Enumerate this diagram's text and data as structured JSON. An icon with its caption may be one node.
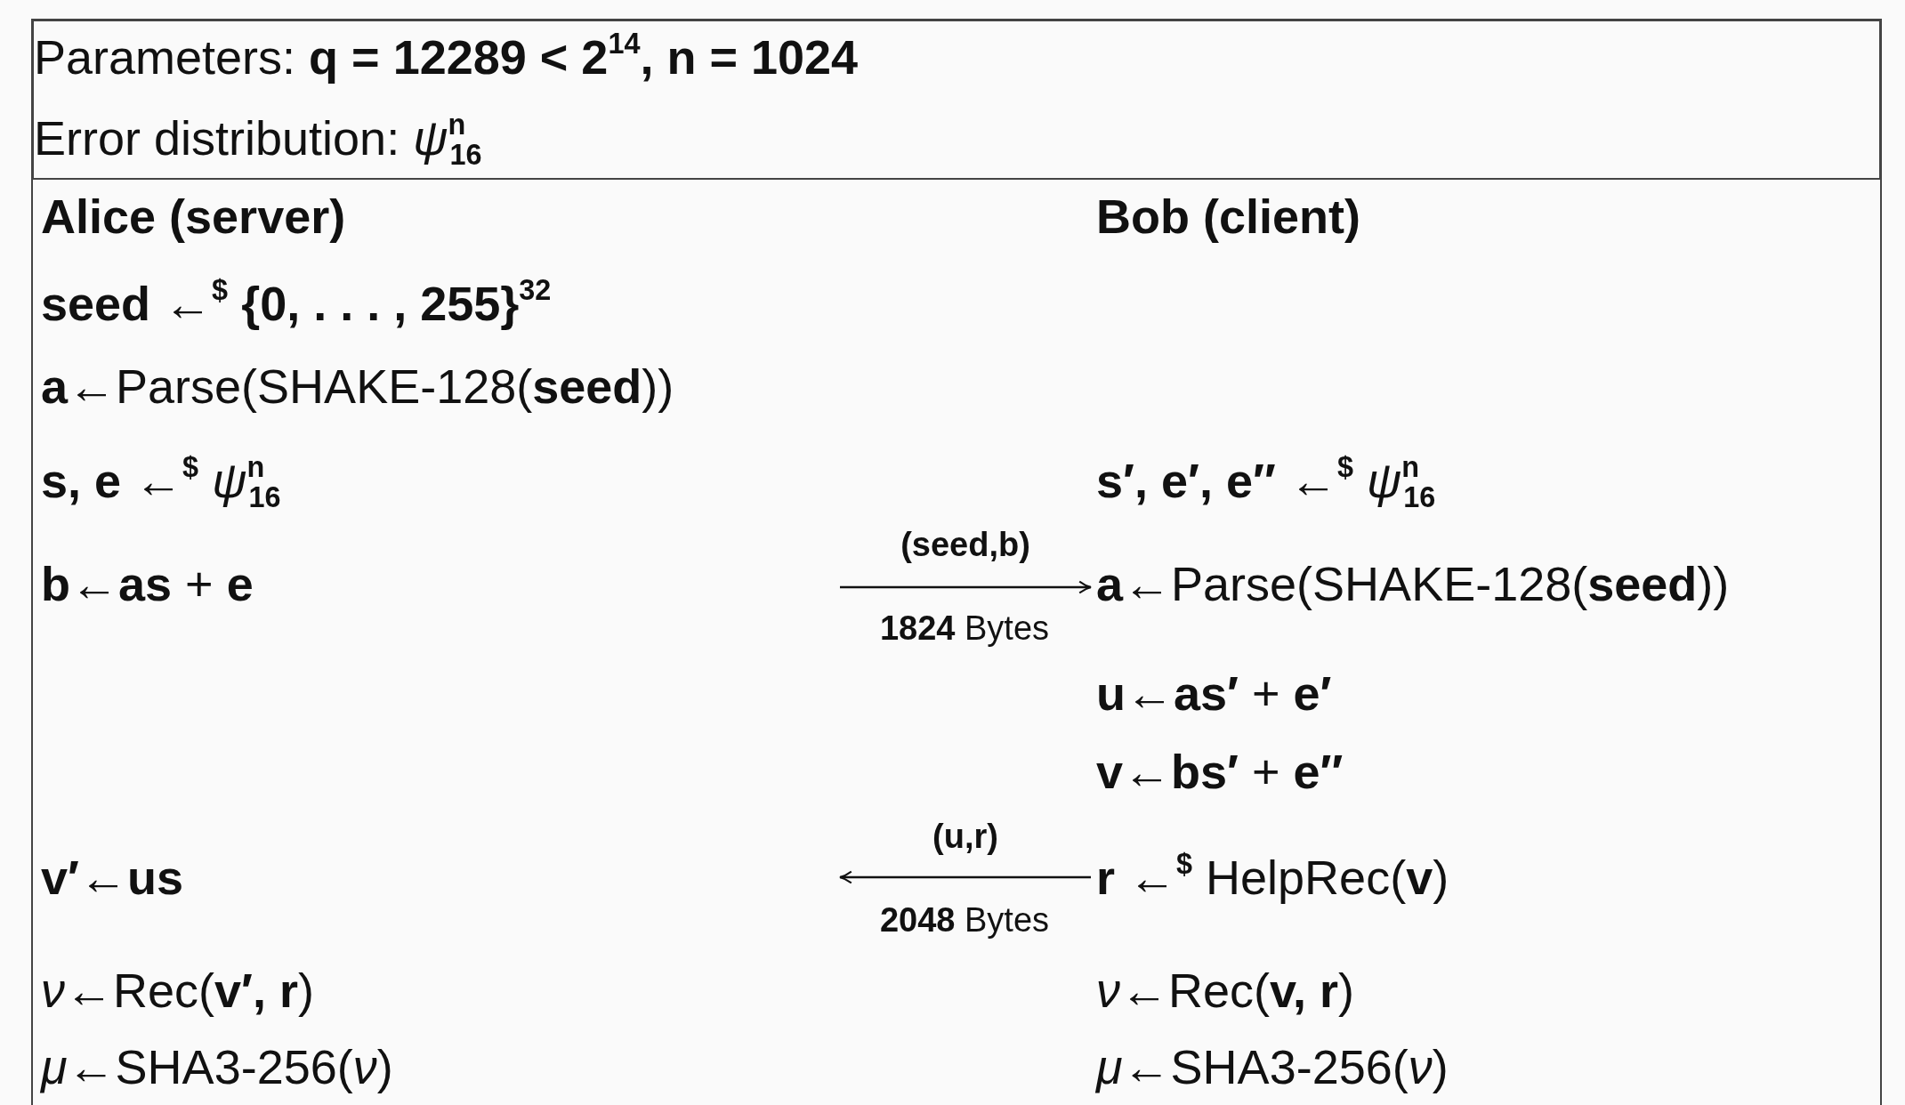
{
  "diagram": {
    "nodes": [
      {
        "text": [
          "Parameters: **q = 12289 < 2$^{14}$, n = 1024**",
          "Error distribution: *ψ*$^{n}$$_{16}$"
        ]
      },
      {
        "text": [
          "Alice (server)",
          "**seed** ←$^{$}$ **{0, . . . , 255}$^{32}$**",
          "**a**←Parse(SHAKE-128(**seed**))",
          "**s, e** ←$^{$}$ *ψ*$^{n}$$_{16}$",
          "**b**←**as** + **e**",
          "**v′**←**us**",
          "*ν*←Rec(**v′, r**)",
          "*μ*←SHA3-256(*ν*)"
        ]
      },
      {
        "text": [
          "Bob (client)",
          "**s′, e′, e″** ←$^{$}$ *ψ*$^{n}$$_{16}$",
          "**a**←Parse(SHAKE-128(**seed**))",
          "**u**←**as′** + **e′**",
          "**v**←**bs′** + **e″**",
          "**r** ←$^{$}$ HelpRec(**v**)",
          "*ν*←Rec(**v, r**)",
          "*μ*←SHA3-256(*ν*)"
        ]
      }
    ],
    "edges": [
      {
        "from": null,
        "to": 2,
        "arrow": "to",
        "label": "(seed,b)"
      },
      {
        "from": 2,
        "to": null,
        "arrow": "to",
        "label": "(u,r)"
      }
    ],
    "labels": [
      "**1824** Bytes",
      "**2048** Bytes"
    ]
  }
}
